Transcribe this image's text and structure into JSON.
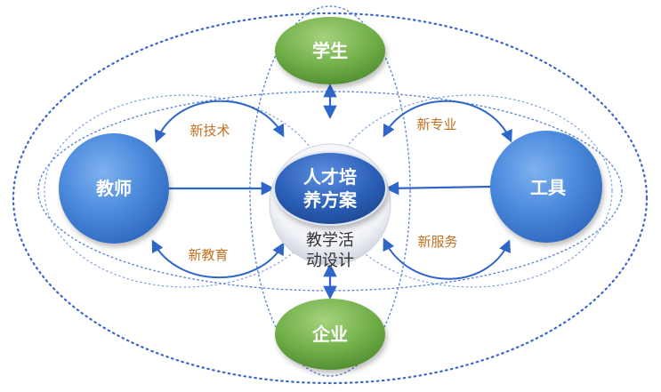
{
  "nodes": {
    "student": "学生",
    "teacher": "教师",
    "tools": "工具",
    "enterprise": "企业",
    "center_line1": "人才培",
    "center_line2": "养方案",
    "activity_line1": "教学活",
    "activity_line2": "动设计"
  },
  "relations": {
    "new_tech": "新技术",
    "new_major": "新专业",
    "new_education": "新教育",
    "new_service": "新服务"
  },
  "colors": {
    "green": "#6aa84f",
    "blue": "#3f7fd6",
    "navy": "#1f4e99",
    "label_orange": "#c0701e",
    "dotted": "#4a78d0"
  }
}
